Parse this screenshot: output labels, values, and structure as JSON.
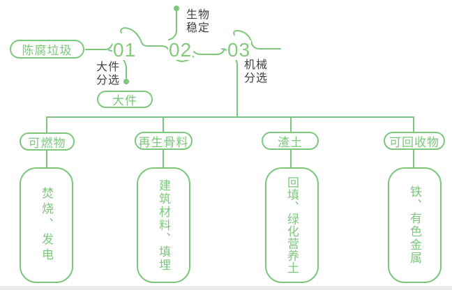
{
  "colors": {
    "green": "#7cc77c",
    "number_green": "#85ca7b",
    "label_dark": "#414141",
    "bottom_strip": "#ebebeb"
  },
  "flow": {
    "source_label": "陈腐垃圾",
    "steps": [
      {
        "number": "01",
        "label": "大件\n分选"
      },
      {
        "number": "02",
        "label": "生物\n稳定"
      },
      {
        "number": "03",
        "label": "机械\n分选"
      }
    ],
    "bulky_output_label": "大件"
  },
  "branches": [
    {
      "category": "可燃物",
      "output": "焚烧、发电"
    },
    {
      "category": "再生骨料",
      "output": "建筑材料、填埋"
    },
    {
      "category": "渣土",
      "output": "回填、绿化营养土"
    },
    {
      "category": "可回收物",
      "output": "铁、有色金属"
    }
  ]
}
